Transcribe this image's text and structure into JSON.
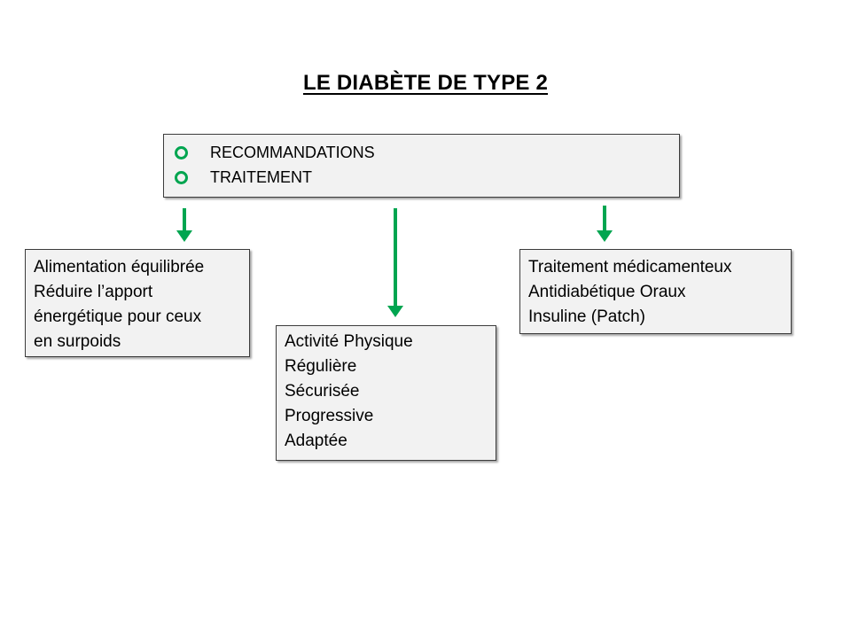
{
  "title": "LE DIABÈTE DE TYPE 2",
  "top_box": {
    "items": [
      "RECOMMANDATIONS",
      "TRAITEMENT"
    ]
  },
  "left_box": {
    "lines": [
      "Alimentation équilibrée",
      "Réduire l’apport",
      "énergétique pour ceux",
      "en surpoids"
    ]
  },
  "middle_box": {
    "lines": [
      "Activité Physique",
      "Régulière",
      "Sécurisée",
      "Progressive",
      "Adaptée"
    ]
  },
  "right_box": {
    "lines": [
      "Traitement médicamenteux",
      "Antidiabétique Oraux",
      "Insuline (Patch)"
    ]
  },
  "colors": {
    "arrow": "#00a550",
    "bullet": "#00a550",
    "box_fill": "#f2f2f2",
    "box_border": "#3c3c3c"
  }
}
